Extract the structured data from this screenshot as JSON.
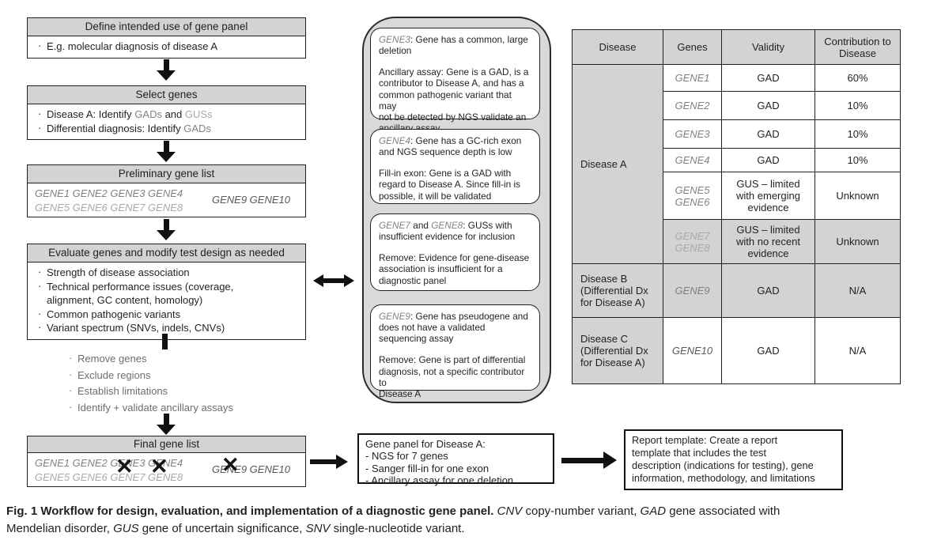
{
  "ui": {
    "bullet": "·",
    "x_mark": "✕"
  },
  "colors": {
    "fill_gray": "#d1d3d4",
    "container_gray": "#d8d9da",
    "text_black": "#231f20",
    "gene_gray": "#808285",
    "gene_light_gray": "#a7a9ac",
    "gene_dark_gray": "#58595b"
  },
  "flow": {
    "define": {
      "title": "Define intended use of gene panel",
      "bullet1": "E.g. molecular diagnosis of disease A"
    },
    "select": {
      "title": "Select genes",
      "b1_pre": "Disease A: Identify ",
      "b1_gads": "GADs",
      "b1_mid": " and ",
      "b1_guss": "GUSs",
      "b2_pre": "Differential diagnosis: Identify ",
      "b2_gads": "GADs"
    },
    "preliminary": {
      "title": "Preliminary gene list",
      "row1": "GENE1 GENE2 GENE3 GENE4",
      "row2": "GENE5 GENE6 GENE7 GENE8",
      "right": "GENE9 GENE10"
    },
    "evaluate": {
      "title": "Evaluate genes and modify test design as needed",
      "b1": "Strength of disease association",
      "b2": "Technical performance issues (coverage,\nalignment, GC content, homology)",
      "b3": "Common pathogenic variants",
      "b4": "Variant spectrum (SNVs, indels, CNVs)"
    },
    "actions": {
      "a1": "Remove genes",
      "a2": "Exclude regions",
      "a3": "Establish limitations",
      "a4": "Identify + validate ancillary assays"
    },
    "final": {
      "title": "Final gene list",
      "row1": "GENE1 GENE2 GENE3 GENE4",
      "row2": "GENE5 GENE6 GENE7 GENE8",
      "right": "GENE9 GENE10"
    }
  },
  "notes": {
    "gene3": {
      "gene": "GENE3",
      "intro": ": Gene has a common, large deletion",
      "para": "Ancillary assay: Gene is a GAD, is a\ncontributor to Disease A, and has a\ncommon pathogenic variant that may\nnot be detected by NGS validate an\nancillary assay"
    },
    "gene4": {
      "gene": "GENE4",
      "intro": ": Gene has a GC-rich exon and NGS sequence depth is low",
      "para": "Fill-in exon: Gene is a GAD with\nregard to Disease A. Since fill-in is\npossible, it will be validated"
    },
    "gene78": {
      "gene_a": "GENE7",
      "mid": " and ",
      "gene_b": "GENE8",
      "intro": ": GUSs with insufficient evidence for inclusion",
      "para": "Remove: Evidence for gene-disease\nassociation is insufficient for a\ndiagnostic panel"
    },
    "gene9": {
      "gene": "GENE9",
      "intro": ": Gene has pseudogene and does not have a validated sequencing assay",
      "para": "Remove: Gene is part of differential\ndiagnosis, not a specific contributor to\nDisease A"
    }
  },
  "table": {
    "h_disease": "Disease",
    "h_genes": "Genes",
    "h_validity": "Validity",
    "h_contribution": "Contribution to Disease",
    "disease_a": "Disease A",
    "disease_b": "Disease B\n(Differential Dx\nfor Disease A)",
    "disease_c": "Disease C\n(Differential Dx\nfor Disease A)",
    "rows": [
      {
        "genes": "GENE1",
        "validity": "GAD",
        "contribution": "60%"
      },
      {
        "genes": "GENE2",
        "validity": "GAD",
        "contribution": "10%"
      },
      {
        "genes": "GENE3",
        "validity": "GAD",
        "contribution": "10%"
      },
      {
        "genes": "GENE4",
        "validity": "GAD",
        "contribution": "10%"
      },
      {
        "genes": "GENE5\nGENE6",
        "validity": "GUS – limited\nwith emerging\nevidence",
        "contribution": "Unknown"
      },
      {
        "genes": "GENE7\nGENE8",
        "validity": "GUS – limited\nwith no recent\nevidence",
        "contribution": "Unknown"
      },
      {
        "genes": "GENE9",
        "validity": "GAD",
        "contribution": "N/A"
      },
      {
        "genes": "GENE10",
        "validity": "GAD",
        "contribution": "N/A"
      }
    ]
  },
  "outputs": {
    "panel_title": "Gene panel for Disease A:",
    "panel_i1": "- NGS for 7 genes",
    "panel_i2": "- Sanger fill-in for one exon",
    "panel_i3": "- Ancillary assay for one deletion",
    "report": "Report template: Create a report\ntemplate that includes the test\ndescription (indications for testing), gene\ninformation, methodology, and limitations"
  },
  "caption": {
    "fig": "Fig. 1 ",
    "bold_title": "Workflow for design, evaluation, and implementation of a diagnostic gene panel. ",
    "l1_i1": "CNV",
    "l1_t1": " copy-number variant, ",
    "l1_i2": "GAD",
    "l1_t2": " gene associated with",
    "l2_t0": "Mendelian disorder, ",
    "l2_i1": "GUS",
    "l2_t1": " gene of uncertain significance, ",
    "l2_i2": "SNV",
    "l2_t2": " single-nucleotide variant."
  }
}
